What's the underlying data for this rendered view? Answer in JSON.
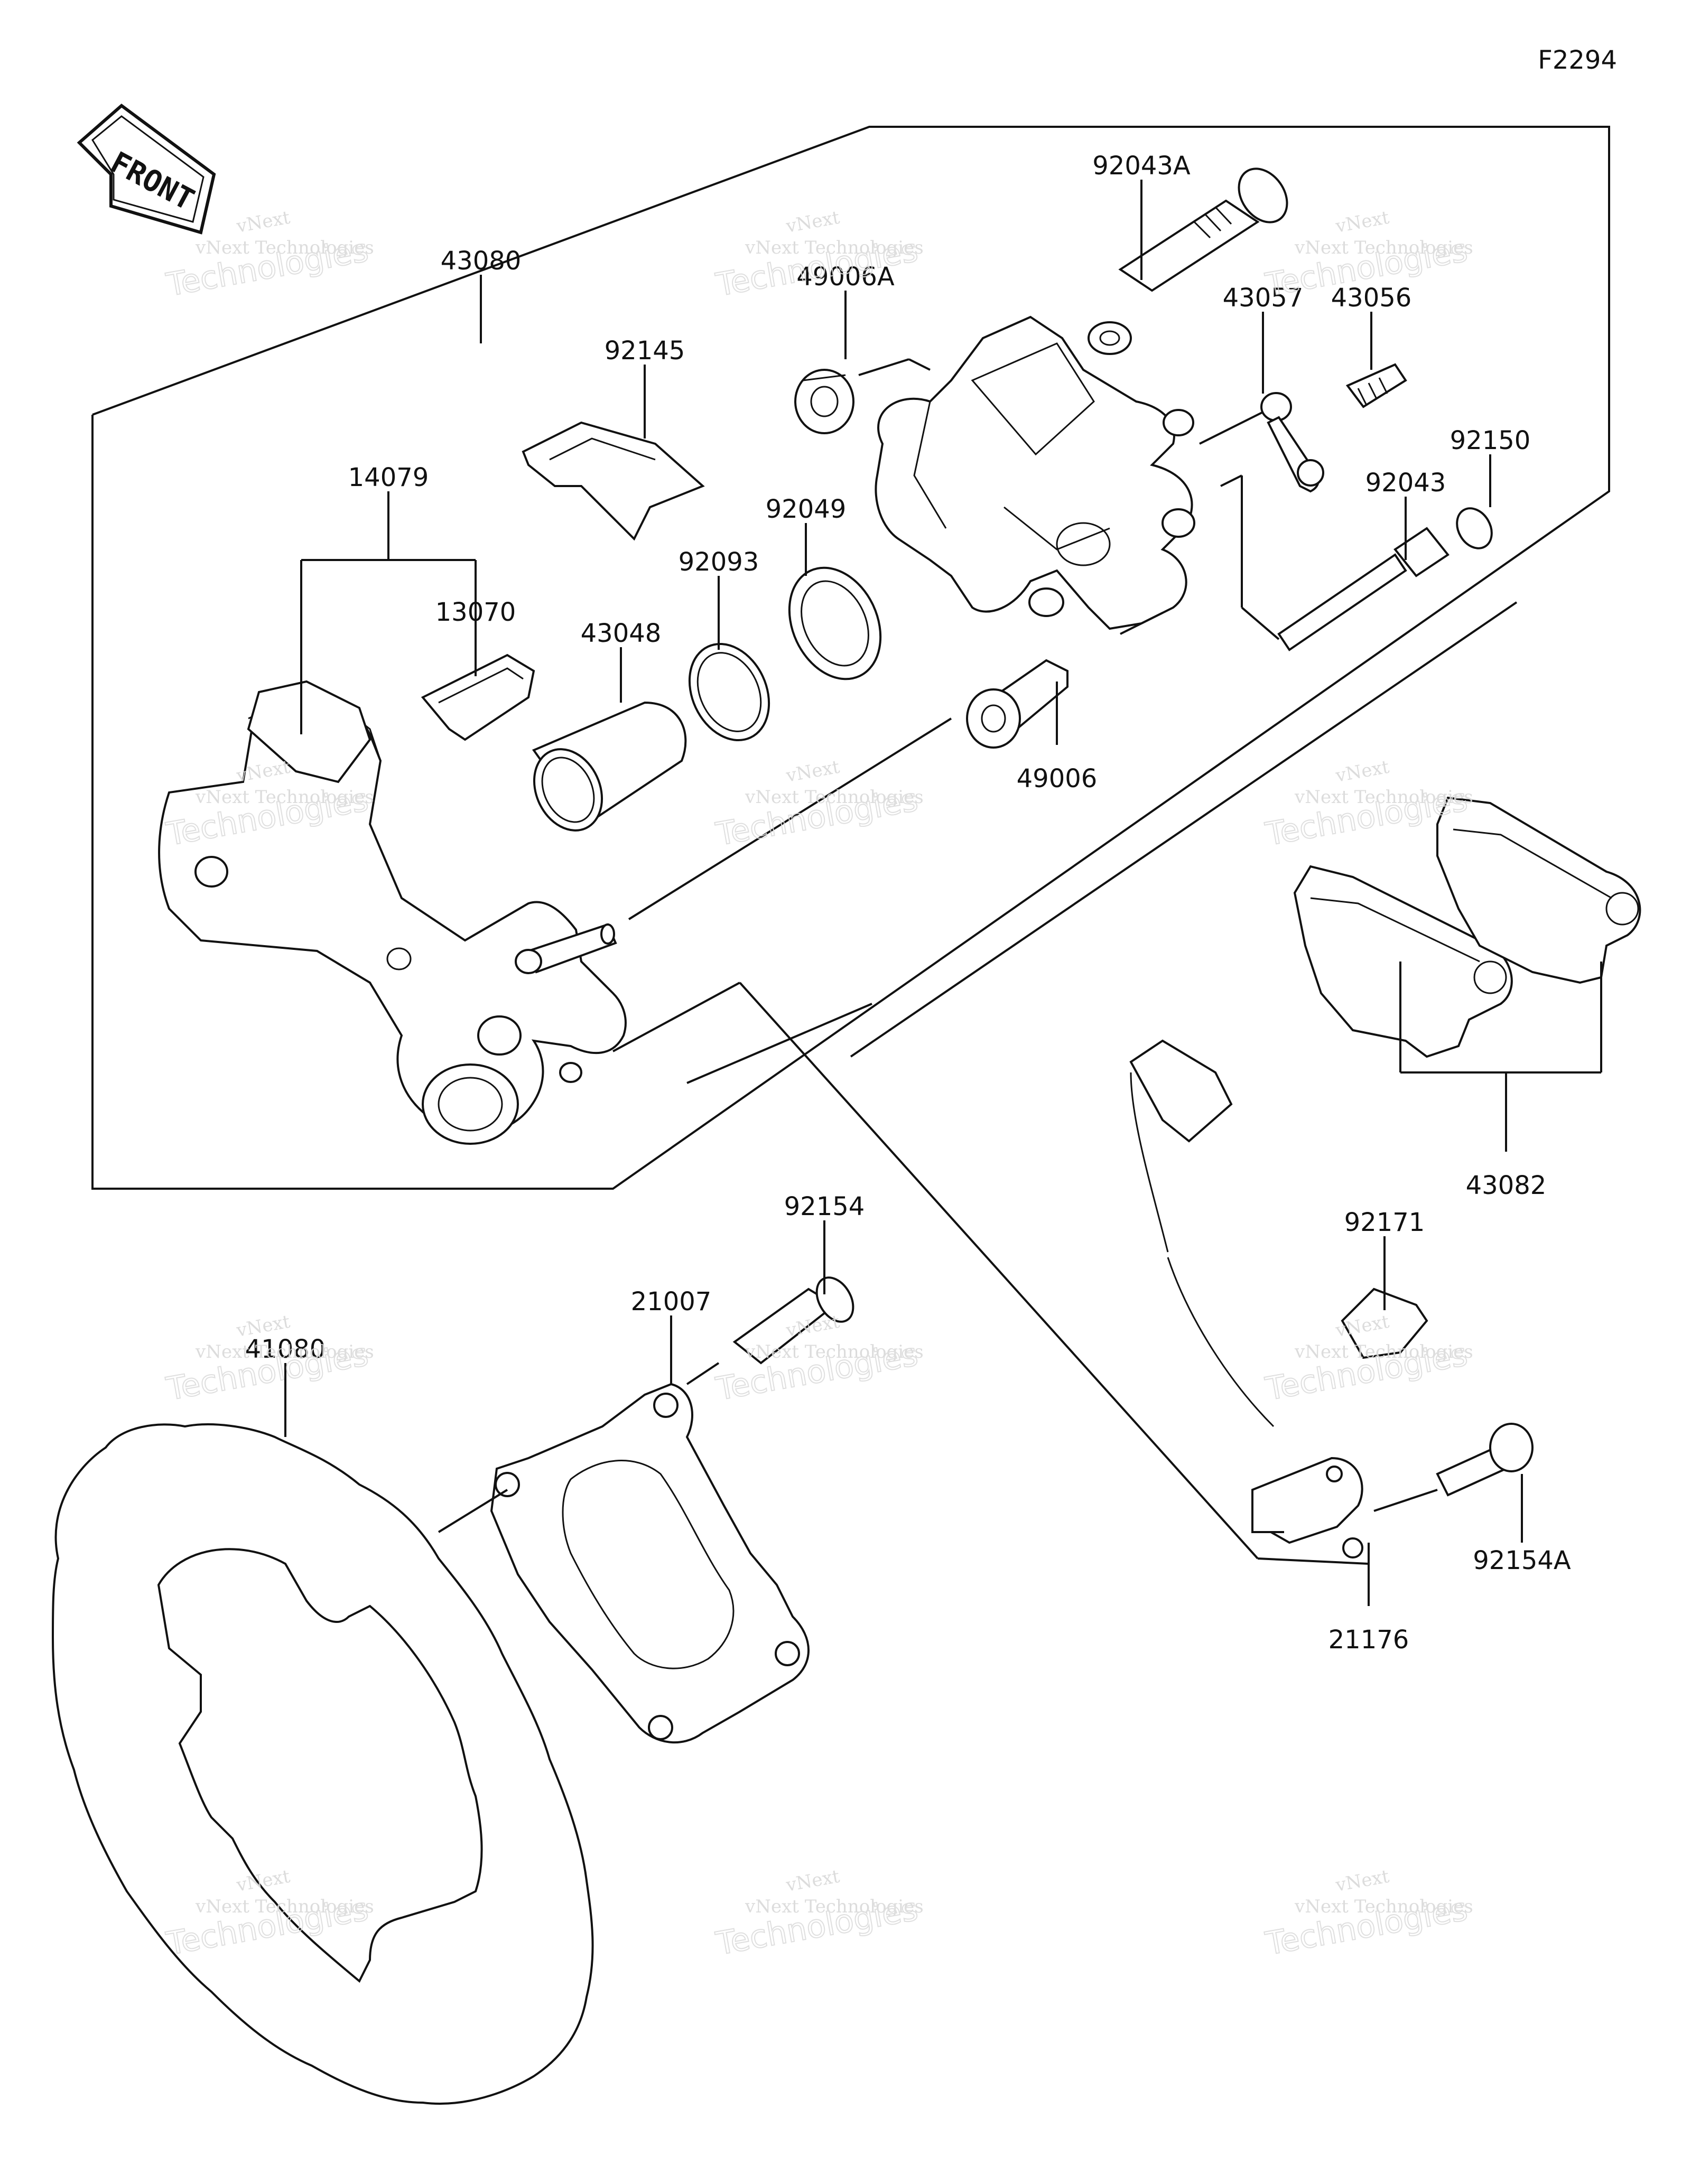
{
  "figure_code": "F2294",
  "front_label": "FRONT",
  "watermark": {
    "line1": "vNext",
    "line2": "vNext Technologies",
    "line3": "Technologies"
  },
  "parts": [
    {
      "id": "p92043A",
      "number": "92043A"
    },
    {
      "id": "p43080",
      "number": "43080"
    },
    {
      "id": "p49006A",
      "number": "49006A"
    },
    {
      "id": "p43057",
      "number": "43057"
    },
    {
      "id": "p43056",
      "number": "43056"
    },
    {
      "id": "p92145",
      "number": "92145"
    },
    {
      "id": "p92150",
      "number": "92150"
    },
    {
      "id": "p14079",
      "number": "14079"
    },
    {
      "id": "p92049",
      "number": "92049"
    },
    {
      "id": "p92043",
      "number": "92043"
    },
    {
      "id": "p92093",
      "number": "92093"
    },
    {
      "id": "p13070",
      "number": "13070"
    },
    {
      "id": "p43048",
      "number": "43048"
    },
    {
      "id": "p49006",
      "number": "49006"
    },
    {
      "id": "p43082",
      "number": "43082"
    },
    {
      "id": "p92154",
      "number": "92154"
    },
    {
      "id": "p92171",
      "number": "92171"
    },
    {
      "id": "p21007",
      "number": "21007"
    },
    {
      "id": "p41080",
      "number": "41080"
    },
    {
      "id": "p92154A",
      "number": "92154A"
    },
    {
      "id": "p21176",
      "number": "21176"
    }
  ]
}
